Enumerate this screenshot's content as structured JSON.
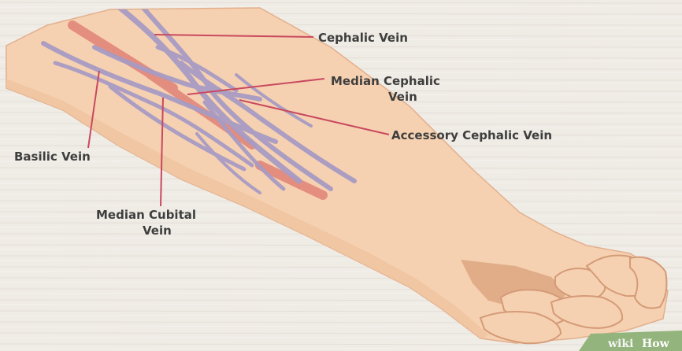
{
  "labels": {
    "cephalic": "Cephalic Vein",
    "median_cephalic_line1": "Median Cephalic",
    "median_cephalic_line2": "Vein",
    "accessory_cephalic": "Accessory Cephalic Vein",
    "basilic": "Basilic Vein",
    "median_cubital_line1": "Median Cubital",
    "median_cubital_line2": "Vein"
  },
  "watermark": {
    "part1": "wiki",
    "part2": "How"
  },
  "colors": {
    "background": "#eeeae4",
    "skin": "#f6d1b1",
    "skin_shadow": "#e9bb97",
    "vein": "#a79bc3",
    "artery": "#e2867a",
    "leader_line": "#c9495f",
    "watermark_green": "#93b47c"
  }
}
